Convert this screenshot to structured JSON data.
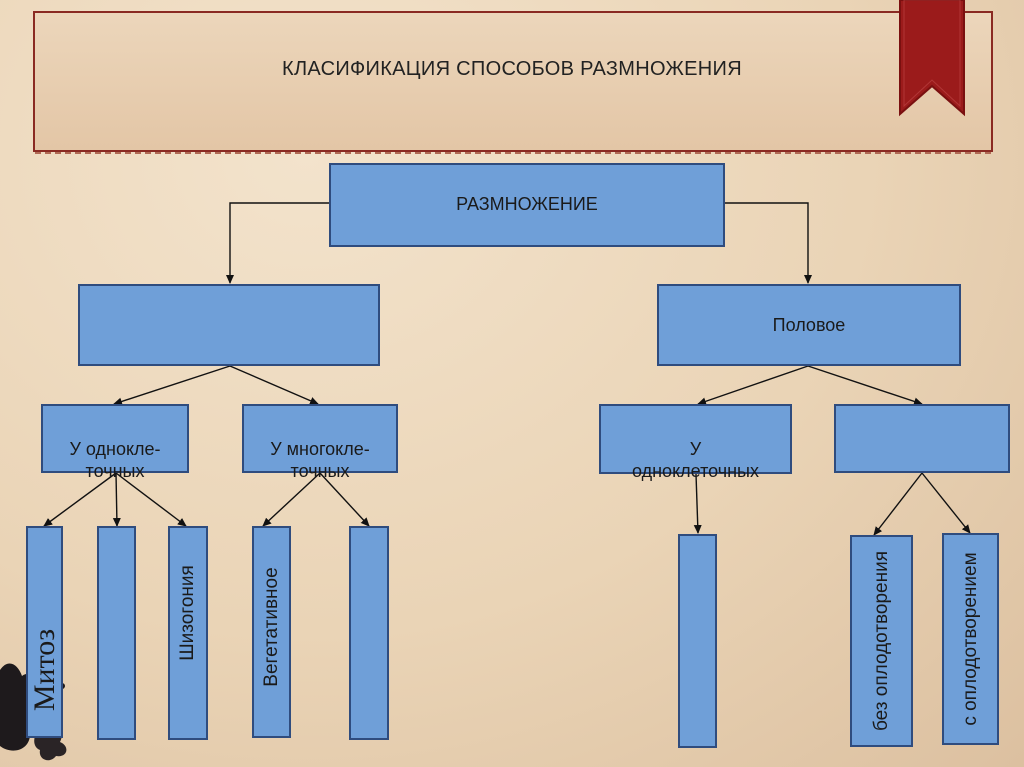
{
  "title": "КЛАСИФИКАЦИЯ СПОСОБОВ РАЗМНОЖЕНИЯ",
  "root": "РАЗМНОЖЕНИЕ",
  "level1": {
    "left": "",
    "right": "Половое"
  },
  "level2": {
    "unicellular_asexual": "У однокле-\nточных",
    "multicellular_asexual": "У многокле-\nточных",
    "unicellular_sexual": "У\nодноклеточных",
    "right_empty": ""
  },
  "leaves": {
    "mitosis": "Митоз",
    "blank_1": "",
    "schizogony": "Шизогония",
    "vegetative": "Вегетативное",
    "blank_2": "",
    "blank_3": "",
    "without_fertilization": "без\nоплодотворения",
    "with_fertilization": "с\nоплодотворением"
  },
  "colors": {
    "box_fill": "#6f9fd8",
    "box_border": "#2f4c7e",
    "frame_border": "#8a2a22",
    "ribbon": "#9b1b1b"
  }
}
